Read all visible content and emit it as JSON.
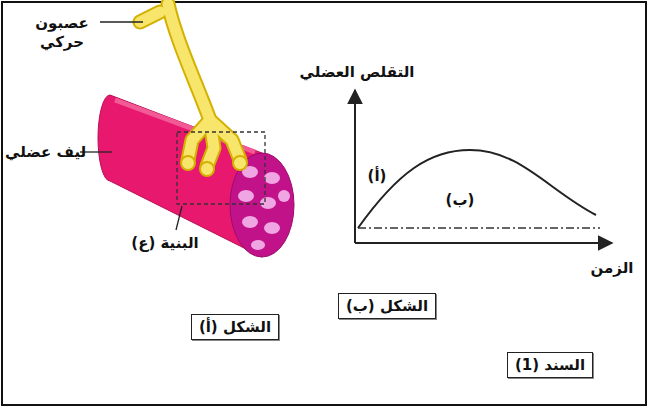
{
  "diagram": {
    "nodes": [
      {
        "text": [
          "الشكل (أ)"
        ]
      },
      {
        "text": [
          "الشكل (ب)"
        ]
      },
      {
        "text": [
          "السند (1)"
        ]
      }
    ],
    "labels": [
      "عصبون حركي",
      "ليف عضلي",
      "البنية (ع)",
      "التقلص العضلي",
      "الزمن",
      "(أ)",
      "(ب)"
    ]
  }
}
